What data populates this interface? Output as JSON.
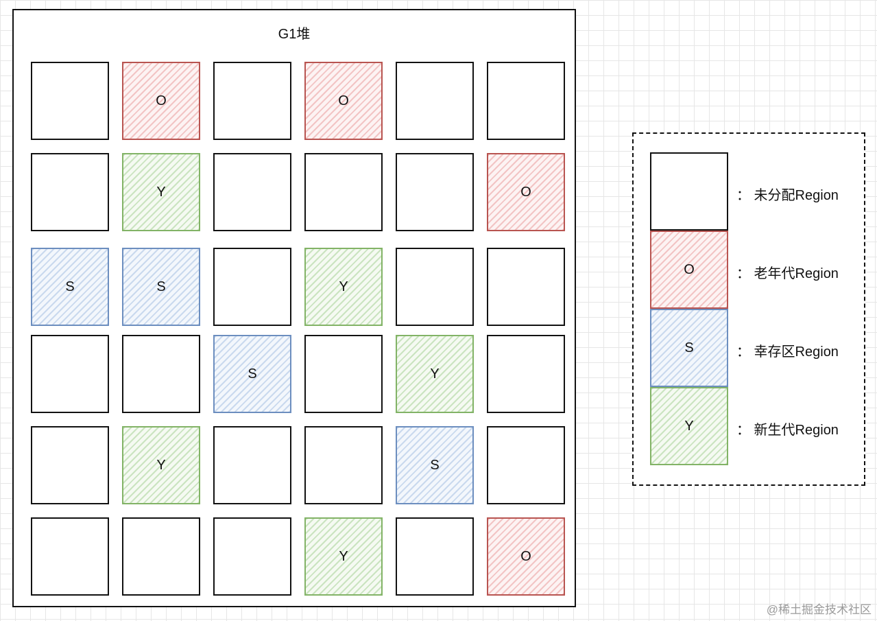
{
  "heap": {
    "title": "G1堆",
    "grid": [
      [
        "",
        "O",
        "",
        "O",
        "",
        ""
      ],
      [
        "",
        "Y",
        "",
        "",
        "",
        "O"
      ],
      [
        "S",
        "S",
        "",
        "Y",
        "",
        ""
      ],
      [
        "",
        "",
        "S",
        "",
        "Y",
        ""
      ],
      [
        "",
        "Y",
        "",
        "",
        "S",
        ""
      ],
      [
        "",
        "",
        "",
        "Y",
        "",
        "O"
      ]
    ]
  },
  "legend": {
    "items": [
      {
        "type": "",
        "letter": "",
        "label": "：  未分配Region"
      },
      {
        "type": "O",
        "letter": "O",
        "label": "：  老年代Region"
      },
      {
        "type": "S",
        "letter": "S",
        "label": "：  幸存区Region"
      },
      {
        "type": "Y",
        "letter": "Y",
        "label": "：  新生代Region"
      }
    ]
  },
  "colors": {
    "old": "#b85450",
    "young": "#82b366",
    "survivor": "#6c8ebf"
  },
  "watermark": "@稀土掘金技术社区"
}
